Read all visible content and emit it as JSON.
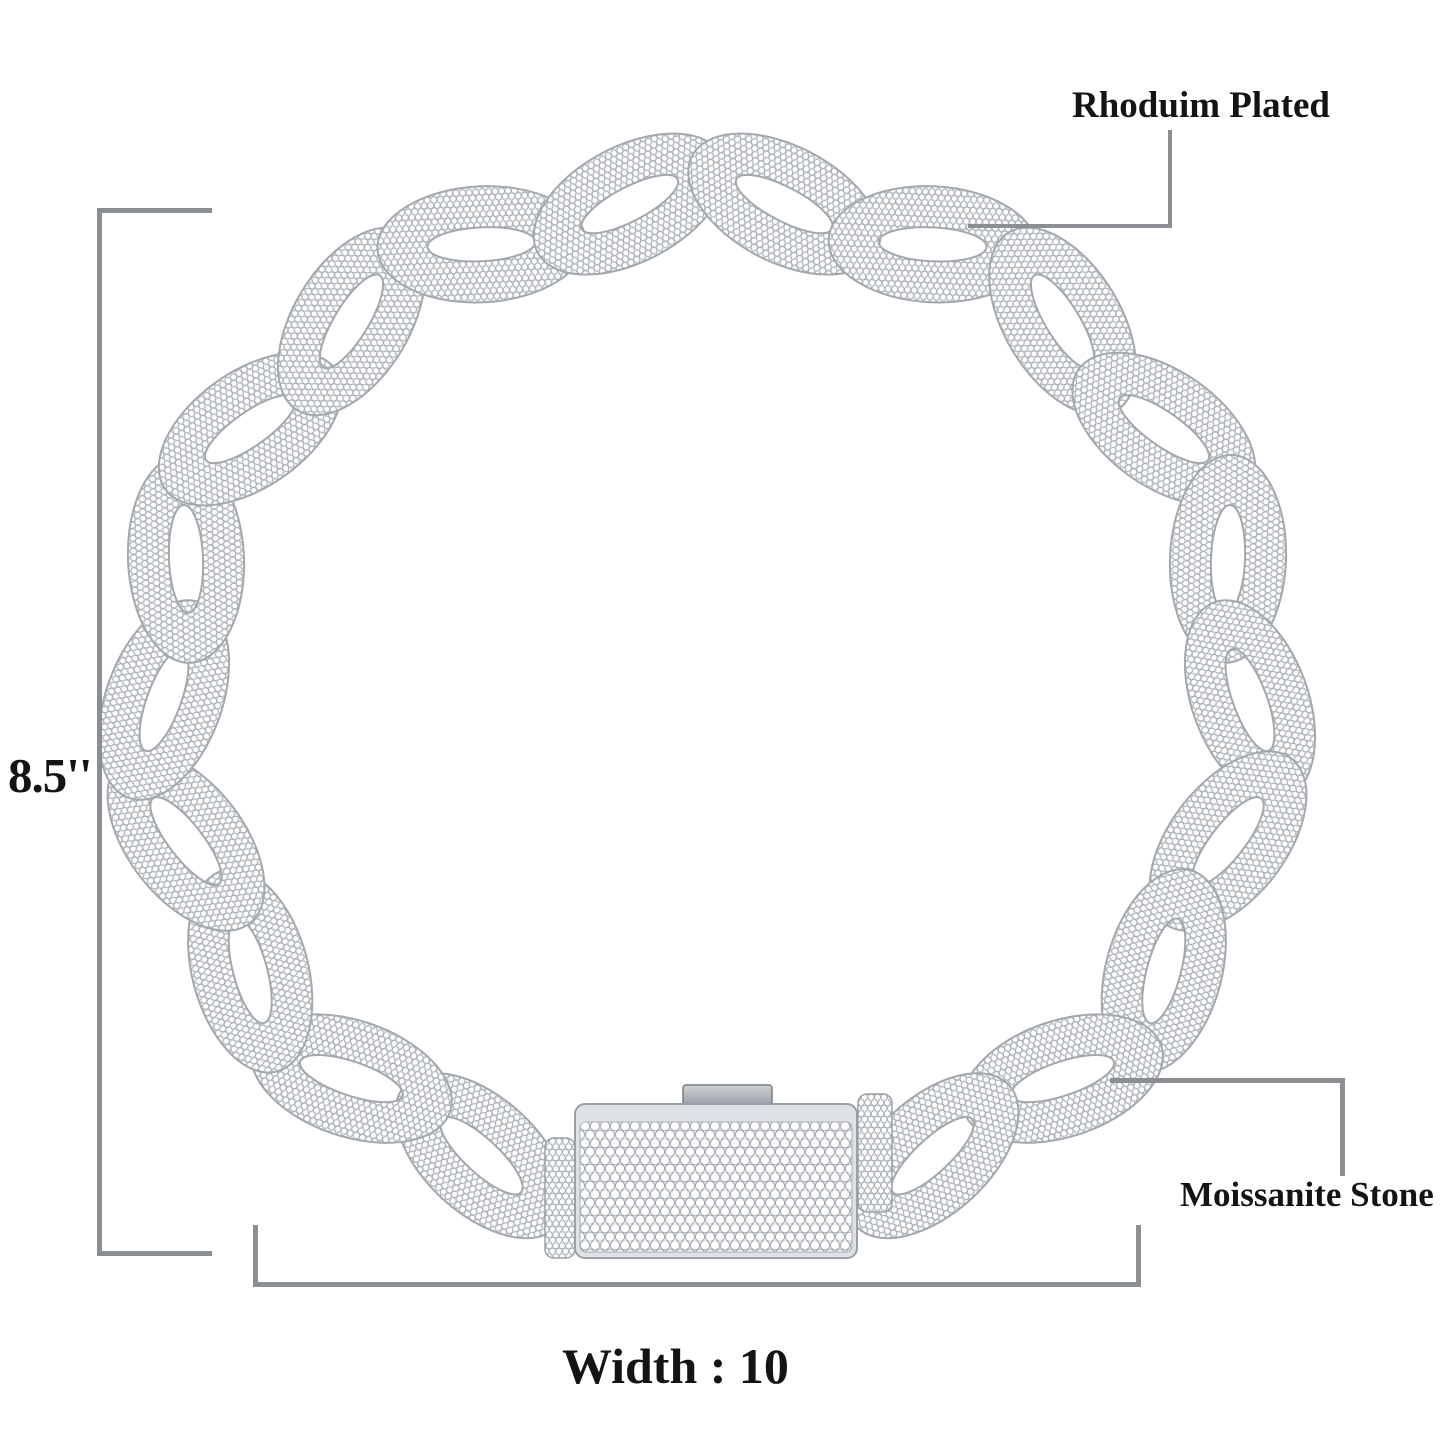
{
  "annotations": {
    "plating": {
      "label": "Rhoduim Plated"
    },
    "stone": {
      "label": "Moissanite Stone"
    },
    "length": {
      "value": "8.5''"
    },
    "width": {
      "value": "Width : 10"
    }
  },
  "colors": {
    "background": "#ffffff",
    "text": "#141414",
    "measure_line": "#8b8f93",
    "metal_base": "#e7e9eb",
    "metal_rim": "#dfe2e5",
    "metal_shadow": "#9aa0a6",
    "stone": "#ffffff",
    "stone_edge": "#a2a8ae",
    "clasp_tab_light": "#cfd3d6",
    "clasp_tab_dark": "#8e959b"
  }
}
